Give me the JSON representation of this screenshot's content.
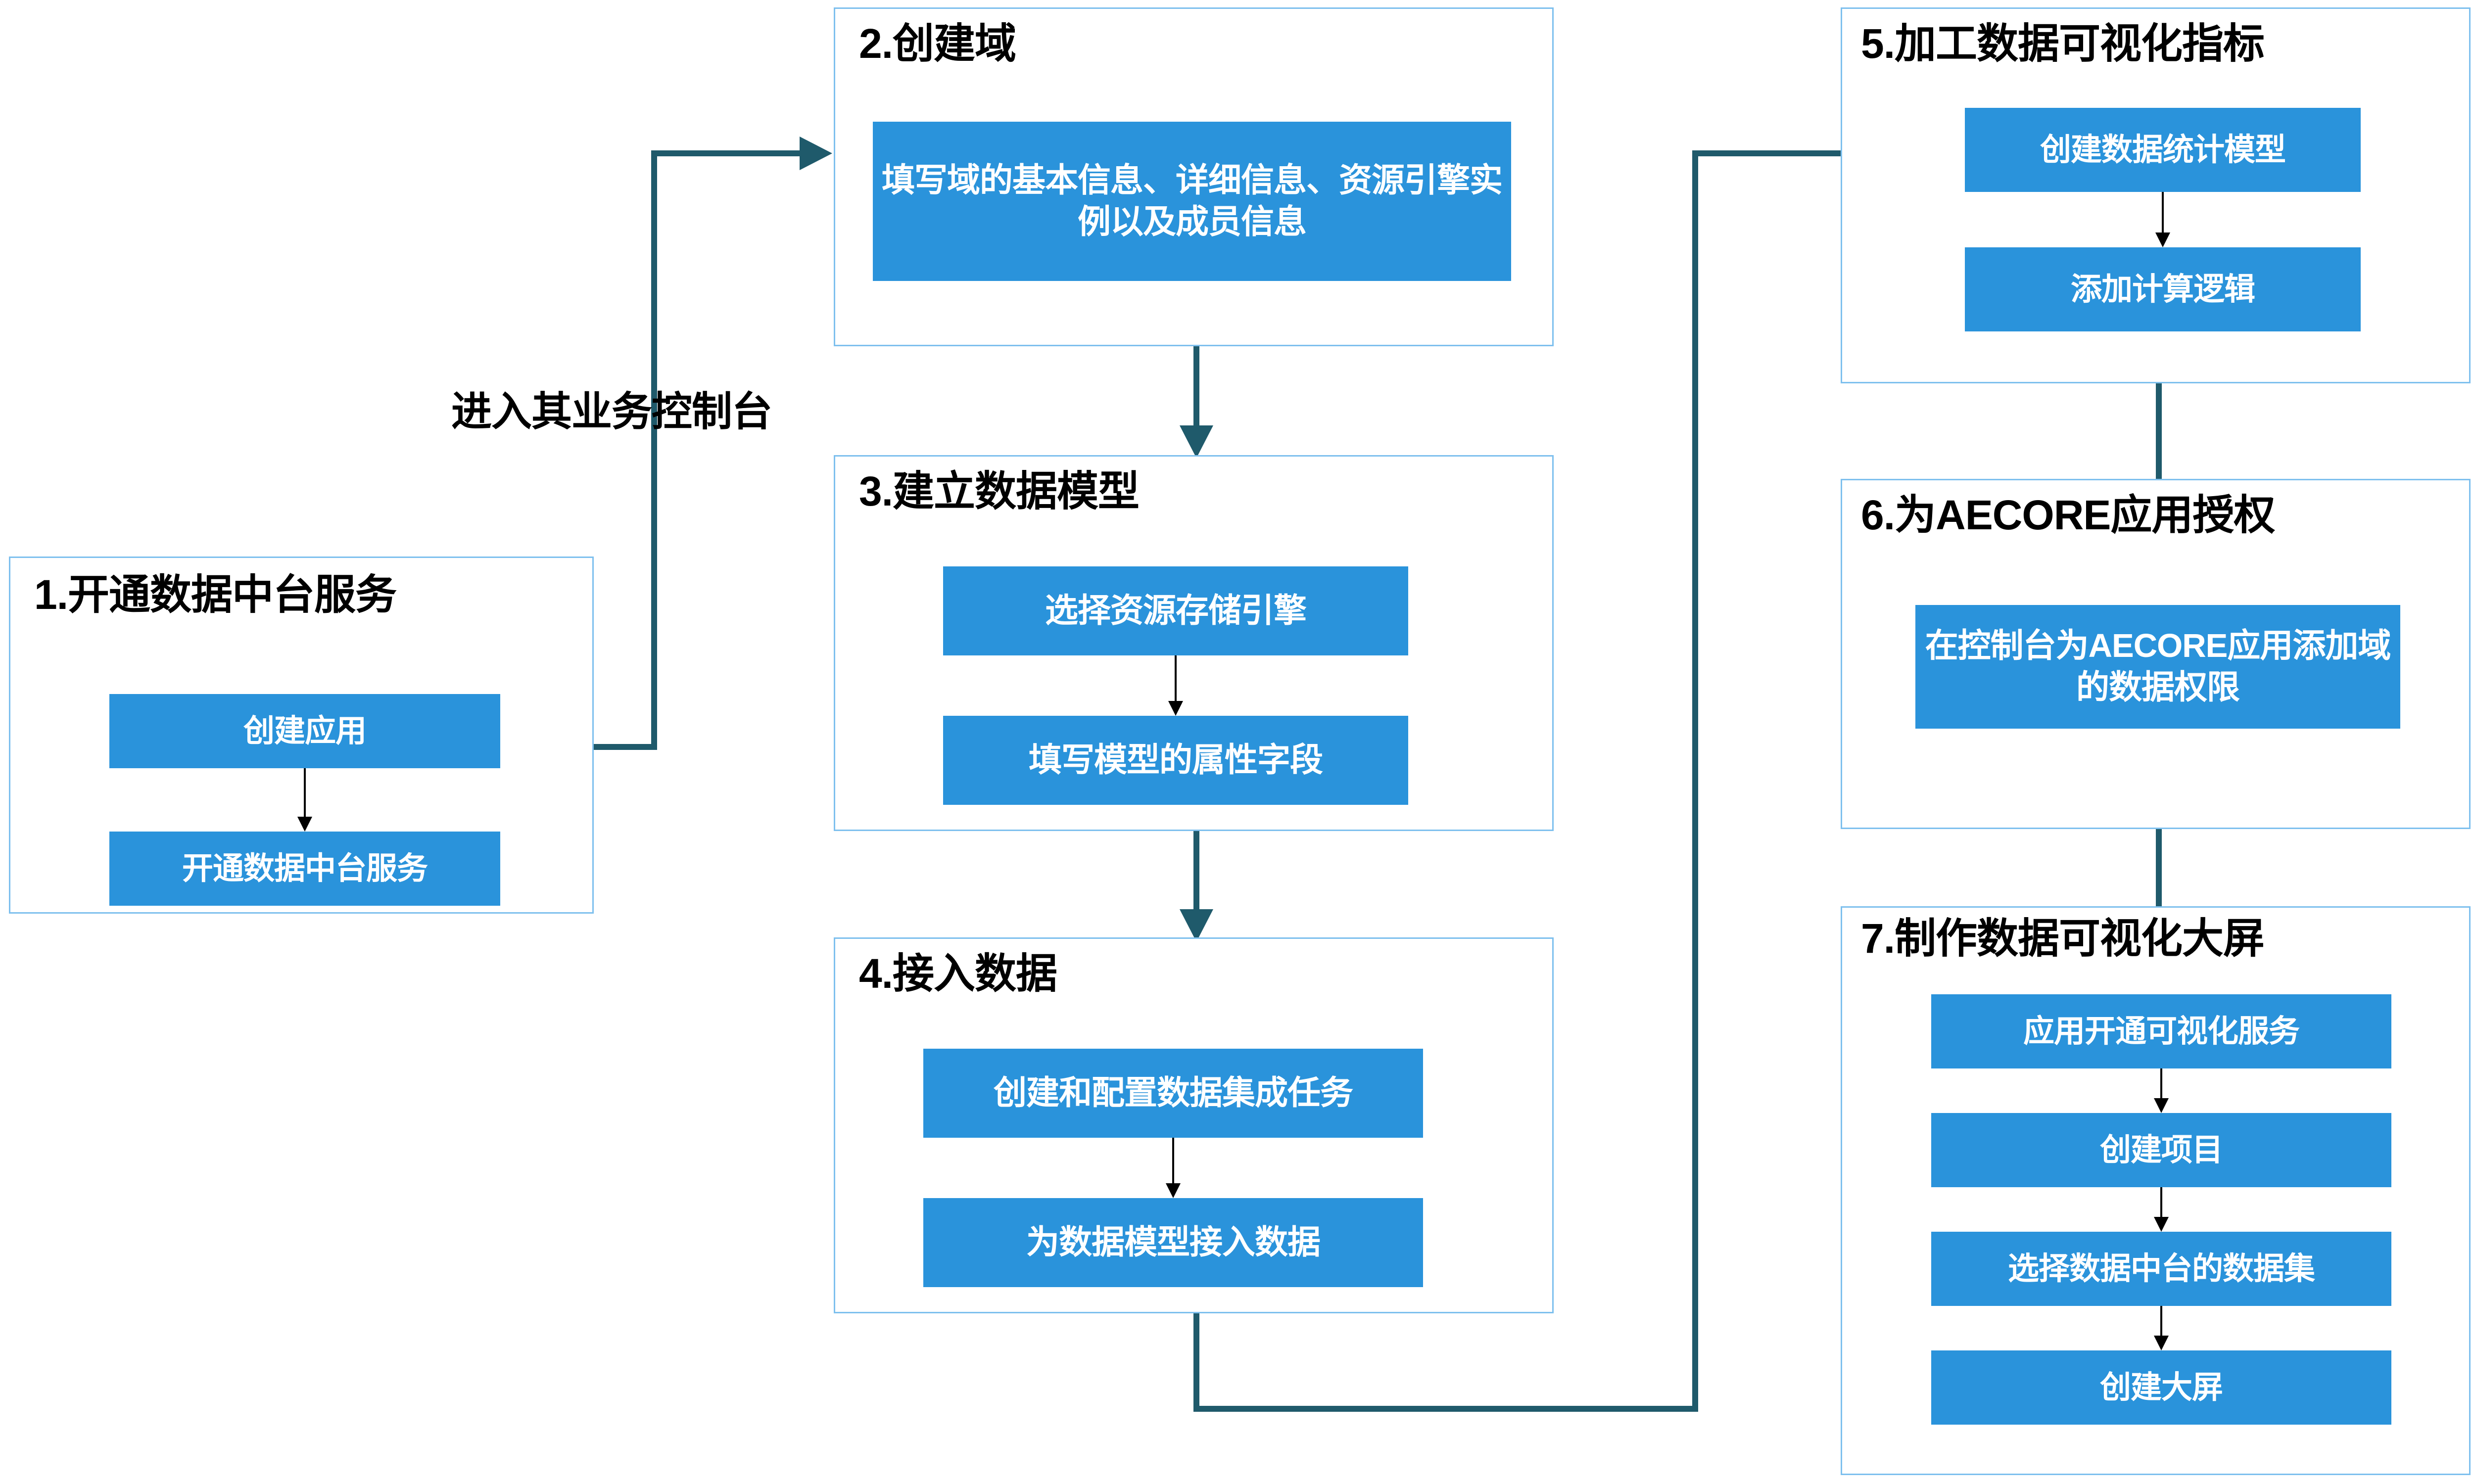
{
  "diagram": {
    "type": "flowchart",
    "orientation": "left-to-right, column-wise",
    "colors": {
      "step_fill": "#2A93DB",
      "step_text": "#ffffff",
      "stage_border": "#7EC0EE",
      "connector": "#1F5A6B",
      "inner_arrow": "#000000",
      "background": "#ffffff"
    }
  },
  "stages": [
    {
      "id": "stage-1",
      "number": "1.",
      "title": "1.开通数据中台服务",
      "steps": [
        {
          "label": "创建应用"
        },
        {
          "label": "开通数据中台服务"
        }
      ]
    },
    {
      "id": "stage-2",
      "number": "2.",
      "title": "2.创建域",
      "steps": [
        {
          "label": "填写域的基本信息、详细信息、资源引擎实例以及成员信息"
        }
      ]
    },
    {
      "id": "stage-3",
      "number": "3.",
      "title": "3.建立数据模型",
      "steps": [
        {
          "label": "选择资源存储引擎"
        },
        {
          "label": "填写模型的属性字段"
        }
      ]
    },
    {
      "id": "stage-4",
      "number": "4.",
      "title": "4.接入数据",
      "steps": [
        {
          "label": "创建和配置数据集成任务"
        },
        {
          "label": "为数据模型接入数据"
        }
      ]
    },
    {
      "id": "stage-5",
      "number": "5.",
      "title": "5.加工数据可视化指标",
      "steps": [
        {
          "label": "创建数据统计模型"
        },
        {
          "label": "添加计算逻辑"
        }
      ]
    },
    {
      "id": "stage-6",
      "number": "6.",
      "title": "6.为AECORE应用授权",
      "steps": [
        {
          "label": "在控制台为AECORE应用添加域的数据权限"
        }
      ]
    },
    {
      "id": "stage-7",
      "number": "7.",
      "title": "7.制作数据可视化大屏",
      "steps": [
        {
          "label": "应用开通可视化服务"
        },
        {
          "label": "创建项目"
        },
        {
          "label": "选择数据中台的数据集"
        },
        {
          "label": "创建大屏"
        }
      ]
    }
  ],
  "edges": [
    {
      "from": "stage-1",
      "to": "stage-2",
      "label": "进入其业务控制台"
    },
    {
      "from": "stage-2",
      "to": "stage-3",
      "label": ""
    },
    {
      "from": "stage-3",
      "to": "stage-4",
      "label": ""
    },
    {
      "from": "stage-4",
      "to": "stage-5",
      "label": ""
    },
    {
      "from": "stage-5",
      "to": "stage-6",
      "label": ""
    },
    {
      "from": "stage-6",
      "to": "stage-7",
      "label": ""
    }
  ],
  "labels": {
    "enter_console": "进入其业务控制台"
  }
}
